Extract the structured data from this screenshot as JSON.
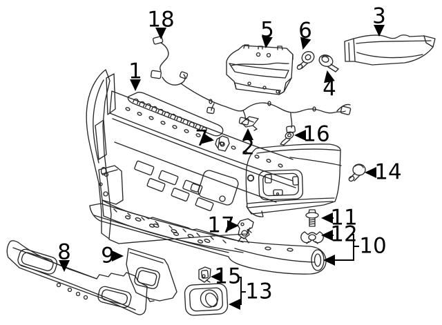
{
  "diagram": {
    "callouts": {
      "c1": "1",
      "c2": "2",
      "c3": "3",
      "c4": "4",
      "c5": "5",
      "c6": "6",
      "c7": "7",
      "c8": "8",
      "c9": "9",
      "c10": "10",
      "c11": "11",
      "c12": "12",
      "c13": "13",
      "c14": "14",
      "c15": "15",
      "c16": "16",
      "c17": "17",
      "c18": "18"
    },
    "colors": {
      "background": "#ffffff",
      "line_art": "#262626",
      "callout_text": "#000000"
    }
  }
}
